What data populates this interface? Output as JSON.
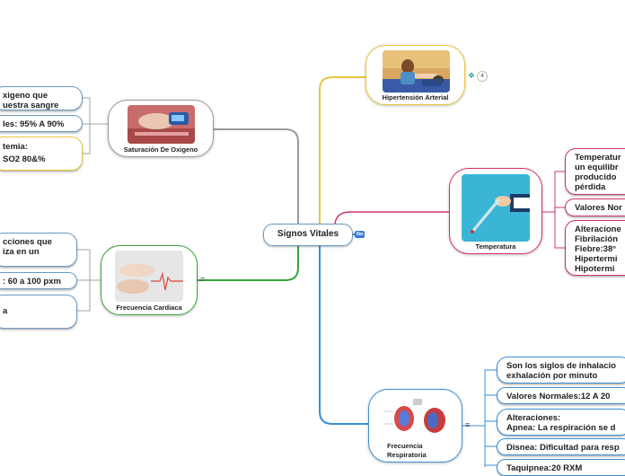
{
  "center": {
    "title": "Signos Vitales",
    "badge": "No"
  },
  "branches": {
    "hipertension": {
      "caption": "Hipertensión Arterial",
      "count": "4",
      "color": "#e8c53b"
    },
    "saturacion": {
      "caption": "Saturación De Oxigeno",
      "color": "#9a9a9a",
      "items": [
        "xigeno que\nuestra sangre",
        "les: 95% A 90%",
        "temia:\n SO2 80&%"
      ]
    },
    "temperatura": {
      "caption": "Temperatura",
      "color": "#d0336a",
      "items": [
        "Temperatur\nun equilibr\nproducido\npérdida",
        "Valores Nor",
        "Alteracione\nFibrilación\nFiebre:38°\nHipertermi\nHipotermi"
      ]
    },
    "cardiaca": {
      "caption": "Frecuencia Cardiaca",
      "color": "#3aa63a",
      "items": [
        "cciones que\niza en un",
        ": 60 a 100 pxm",
        "a"
      ]
    },
    "respiratoria": {
      "caption": "Frecuencia\nRespiratoria",
      "color": "#3a8fd6",
      "items": [
        "Son los siglos de inhalacio\nexhalación por minuto",
        "Valores Normales:12 A 20",
        "Alteraciones:\nApnea: La respiración se d",
        "Disnea: Dificultad para resp",
        "Taquipnea:20 RXM"
      ]
    }
  }
}
